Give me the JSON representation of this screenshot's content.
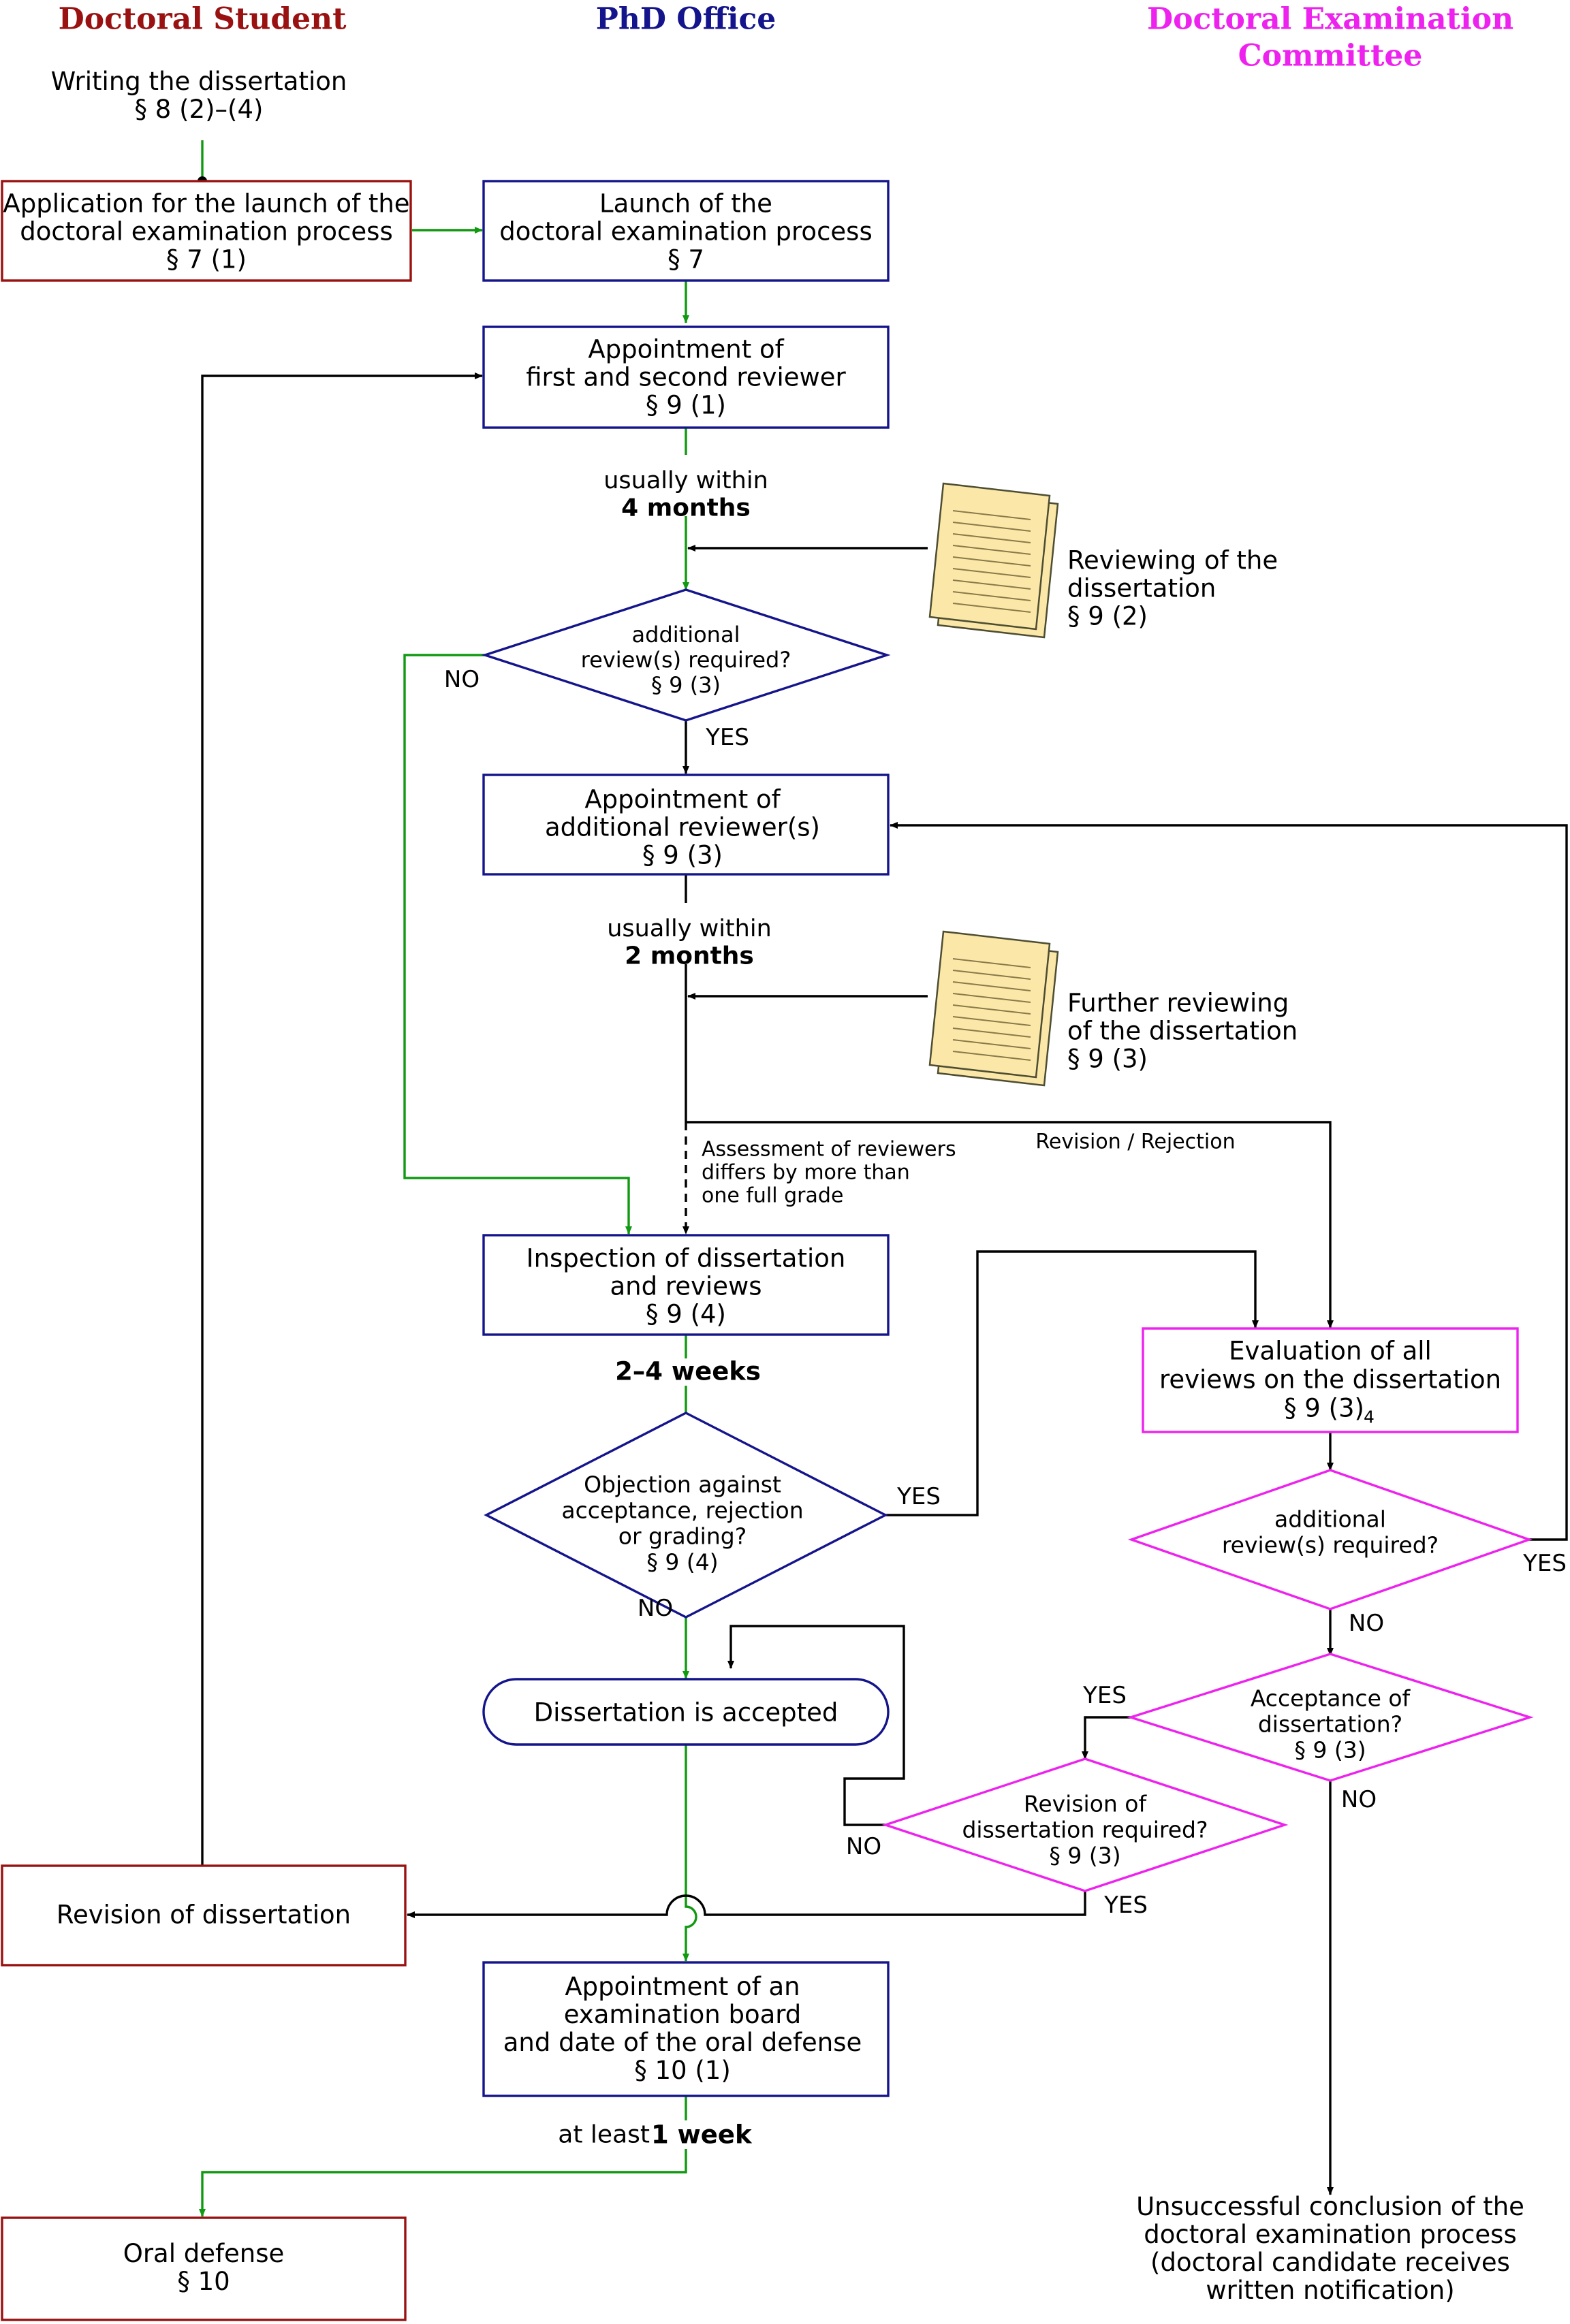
{
  "colors": {
    "student": "#991111",
    "office": "#14148c",
    "committee": "#ee22ee",
    "green": "#119911",
    "black": "#000000",
    "paper_fill": "#fbe7a7",
    "paper_stroke": "#4d4d33"
  },
  "headers": {
    "student": "Doctoral Student",
    "office": "PhD Office",
    "committee_line1": "Doctoral Examination",
    "committee_line2": "Committee"
  },
  "student": {
    "writing": [
      "Writing the dissertation",
      "§ 8 (2)–(4)"
    ],
    "application": [
      "Application for the launch of the",
      "doctoral examination process",
      "§ 7 (1)"
    ],
    "revision": [
      "Revision of dissertation"
    ],
    "oral_defense": [
      "Oral defense",
      "§ 10"
    ]
  },
  "office": {
    "launch": [
      "Launch of the",
      "doctoral examination process",
      "§ 7"
    ],
    "appoint_first": [
      "Appointment of",
      "first and second reviewer",
      "§ 9 (1)"
    ],
    "wait1_line1": "usually within",
    "wait1_line2": "4 months",
    "decision1": [
      "additional",
      "review(s) required?",
      "§ 9 (3)"
    ],
    "appoint_additional": [
      "Appointment of",
      "additional reviewer(s)",
      "§ 9 (3)"
    ],
    "wait2_line1": "usually within",
    "wait2_line2": "2 months",
    "assessment_note": [
      "Assessment of reviewers",
      "differs by more than",
      "one full grade"
    ],
    "revision_rejection": "Revision / Rejection",
    "inspection": [
      "Inspection of dissertation",
      "and reviews",
      "§ 9 (4)"
    ],
    "wait3": "2–4 weeks",
    "objection": [
      "Objection against",
      "acceptance, rejection",
      "or grading?",
      "§ 9 (4)"
    ],
    "accepted": "Dissertation is accepted",
    "appoint_board": [
      "Appointment of an",
      "examination board",
      "and date of the oral defense",
      "§ 10 (1)"
    ],
    "wait4_prefix": "at least",
    "wait4_bold": "1 week"
  },
  "committee": {
    "evaluation_line1": "Evaluation of all",
    "evaluation_line2": "reviews on the dissertation",
    "evaluation_line3": "§ 9 (3)",
    "evaluation_subscript": "4",
    "decision_additional": [
      "additional",
      "review(s) required?"
    ],
    "acceptance": [
      "Acceptance of",
      "dissertation?",
      "§ 9 (3)"
    ],
    "revision_required": [
      "Revision of",
      "dissertation required?",
      "§ 9 (3)"
    ],
    "unsuccessful": [
      "Unsuccessful conclusion of the",
      "doctoral examination process",
      "(doctoral candidate receives",
      "written notification)"
    ]
  },
  "side_notes": {
    "reviewing": [
      "Reviewing of the",
      "dissertation",
      "§ 9 (2)"
    ],
    "further_reviewing": [
      "Further reviewing",
      "of the dissertation",
      "§ 9 (3)"
    ]
  },
  "labels": {
    "no": "NO",
    "yes": "YES"
  }
}
